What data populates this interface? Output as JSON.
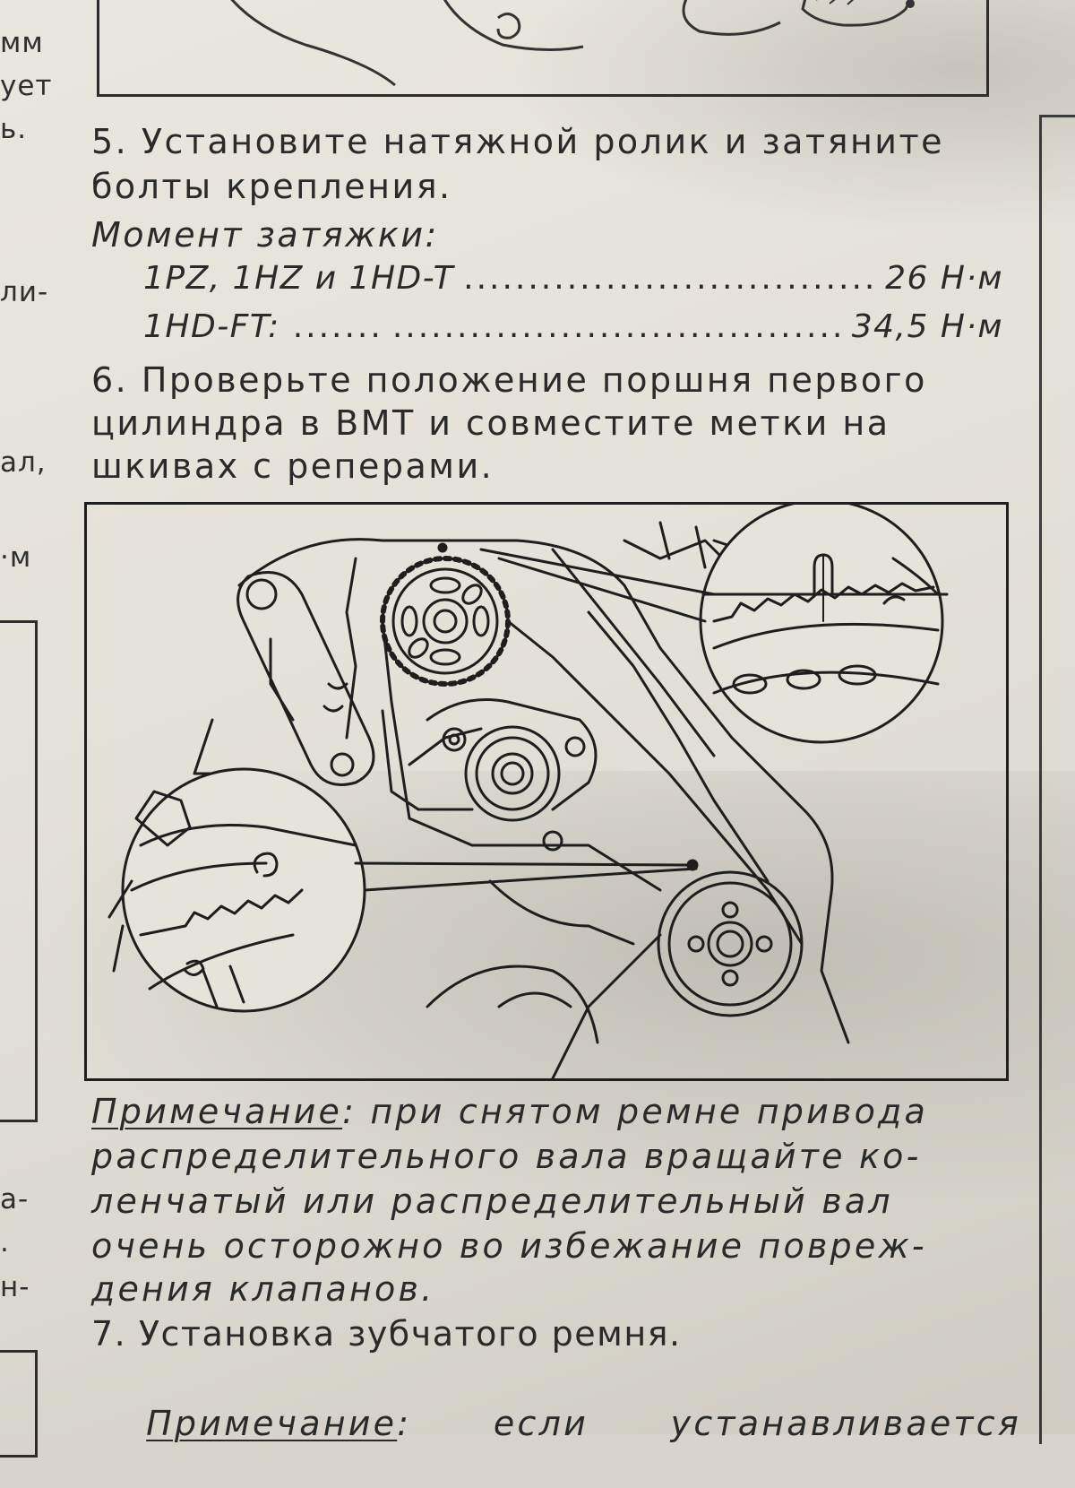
{
  "margin_left": {
    "lines": [
      "мм",
      "ует",
      "ь.",
      "ли-",
      "ал,",
      "·м",
      "а-",
      ".",
      "н-"
    ]
  },
  "step5": {
    "line1": "5. Установите натяжной ролик и затяните",
    "line2": "болты крепления."
  },
  "torque": {
    "title": "Момент затяжки:",
    "rows": [
      {
        "engines": "1PZ, 1HZ и 1HD-T",
        "value": "26 Н·м"
      },
      {
        "engines": "1HD-FT:",
        "value": "34,5 Н·м"
      }
    ],
    "leader_short": "......."
  },
  "step6": {
    "line1": "6. Проверьте положение поршня первого",
    "line2": "цилиндра в ВМТ и совместите метки на",
    "line3": "шкивах с реперами."
  },
  "note1": {
    "label": "Примечание",
    "line1_rest": ": при снятом ремне привода",
    "line2": "распределительного вала вращайте ко-",
    "line3": "ленчатый или распределительный вал",
    "line4": "очень осторожно во избежание повреж-",
    "line5": "дения клапанов."
  },
  "step7": {
    "line1": "7. Установка зубчатого ремня."
  },
  "note2": {
    "label": "Примечание",
    "rest": ":      если      устанавливается"
  },
  "diagram": {
    "icon": "timing-belt-diagram"
  }
}
